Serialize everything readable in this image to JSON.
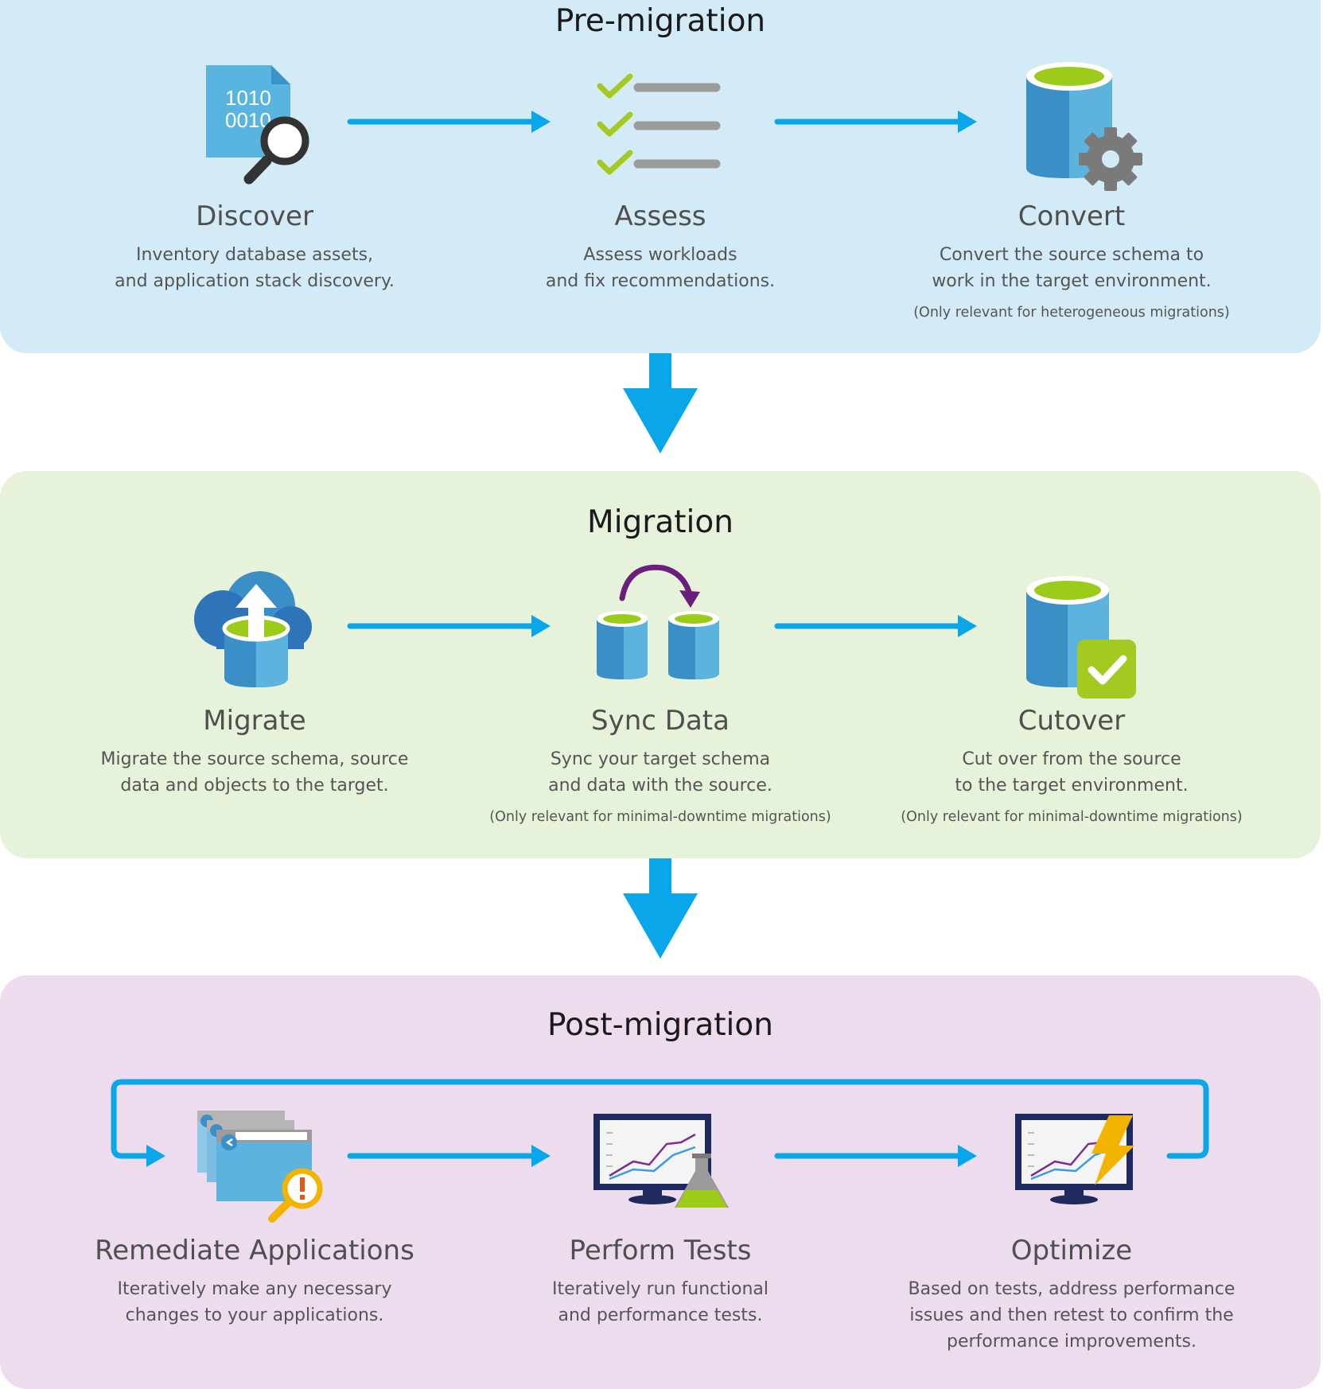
{
  "colors": {
    "pre_bg": "#d3ebf7",
    "migration_bg": "#e6f2da",
    "post_bg": "#ecdced",
    "arrow": "#0aa6ea",
    "accent_green": "#9ccb1a"
  },
  "phases": [
    {
      "title": "Pre-migration",
      "steps": [
        {
          "icon": "binary-document-search-icon",
          "title": "Discover",
          "description": "Inventory database assets,\nand application stack discovery.",
          "note": ""
        },
        {
          "icon": "checklist-icon",
          "title": "Assess",
          "description": "Assess workloads\nand fix recommendations.",
          "note": ""
        },
        {
          "icon": "database-gear-icon",
          "title": "Convert",
          "description": "Convert the source schema to\nwork in the target environment.",
          "note": "(Only relevant for heterogeneous migrations)"
        }
      ]
    },
    {
      "title": "Migration",
      "steps": [
        {
          "icon": "cloud-upload-database-icon",
          "title": "Migrate",
          "description": "Migrate the source schema, source\ndata and objects to the target.",
          "note": ""
        },
        {
          "icon": "database-sync-icon",
          "title": "Sync Data",
          "description": "Sync your target schema\nand data with the source.",
          "note": "(Only relevant for minimal-downtime migrations)"
        },
        {
          "icon": "database-check-icon",
          "title": "Cutover",
          "description": "Cut over from the source\nto the target environment.",
          "note": "(Only relevant for minimal-downtime migrations)"
        }
      ]
    },
    {
      "title": "Post-migration",
      "steps": [
        {
          "icon": "application-warning-search-icon",
          "title": "Remediate Applications",
          "description": "Iteratively make any necessary\nchanges to your applications.",
          "note": ""
        },
        {
          "icon": "monitor-chart-flask-icon",
          "title": "Perform Tests",
          "description": "Iteratively run functional\nand performance tests.",
          "note": ""
        },
        {
          "icon": "monitor-chart-lightning-icon",
          "title": "Optimize",
          "description": "Based on tests, address performance\nissues and then retest to confirm the\nperformance improvements.",
          "note": ""
        }
      ]
    }
  ],
  "icon_text": {
    "binary": "1010\n0010"
  }
}
